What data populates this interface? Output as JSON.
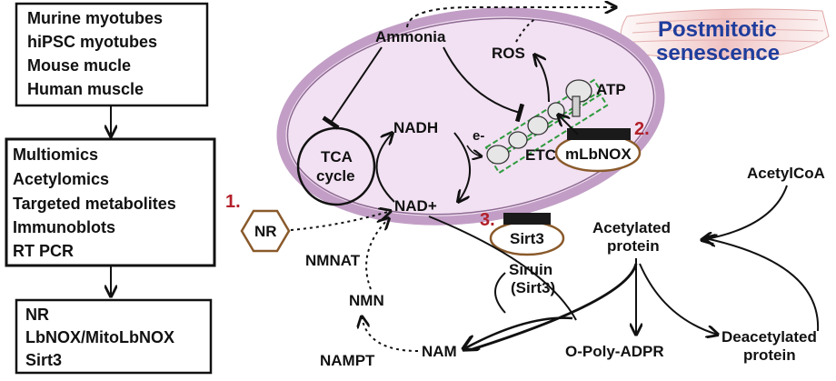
{
  "colors": {
    "ink": "#111111",
    "mito_outer": "#c9a7c9",
    "mito_fill": "#f3e3f3",
    "accent_red": "#b3202a",
    "title_blue": "#1f3d9c",
    "brown": "#8a5a2b",
    "etc_green": "#2e9b3e"
  },
  "models": {
    "items": [
      "Murine myotubes",
      "hiPSC myotubes",
      "Mouse mucle",
      "Human muscle"
    ]
  },
  "methods": {
    "items": [
      "Multiomics",
      "Acetylomics",
      "Targeted metabolites",
      "Immunoblots",
      "RT PCR"
    ]
  },
  "interventions": {
    "items": [
      "NR",
      "LbNOX/MitoLbNOX",
      "Sirt3"
    ]
  },
  "numbers": {
    "one": "1.",
    "two": "2.",
    "three": "3."
  },
  "mito": {
    "tca": [
      "TCA",
      "cycle"
    ],
    "nadh": "NADH",
    "nad": "NAD+",
    "eminus": "e-",
    "etc": "ETC",
    "atp": "ATP",
    "ros": "ROS",
    "ammonia": "Ammonia",
    "mlbnox": "mLbNOX"
  },
  "senescence": [
    "Postmitotic",
    "senescence"
  ],
  "salvage": {
    "nr": "NR",
    "nmnat": "NMNAT",
    "nmn": "NMN",
    "nampt": "NAMPT",
    "nam": "NAM",
    "sirt3_box": "Sirt3",
    "sirtuin": [
      "Siruin",
      "(Sirt3)"
    ]
  },
  "acetylation": {
    "acetylcoa": "AcetylCoA",
    "acetylated": [
      "Acetylated",
      "protein"
    ],
    "polyadpr": "O-Poly-ADPR",
    "deacetylated": [
      "Deacetylated",
      "protein"
    ]
  }
}
